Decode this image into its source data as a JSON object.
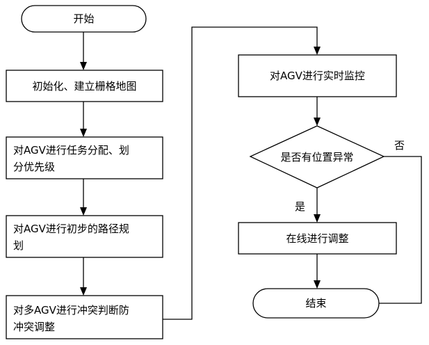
{
  "nodes": {
    "start": "开始",
    "init": "初始化、建立栅格地图",
    "assign_line1": "对AGV进行任务分配、划",
    "assign_line2": "分优先级",
    "path_line1": "对AGV进行初步的路径规",
    "path_line2": "划",
    "conflict_line1": "对多AGV进行冲突判断防",
    "conflict_line2": "冲突调整",
    "monitor": "对AGV进行实时监控",
    "decision": "是否有位置异常",
    "adjust": "在线进行调整",
    "end": "结束"
  },
  "branches": {
    "yes": "是",
    "no": "否"
  }
}
